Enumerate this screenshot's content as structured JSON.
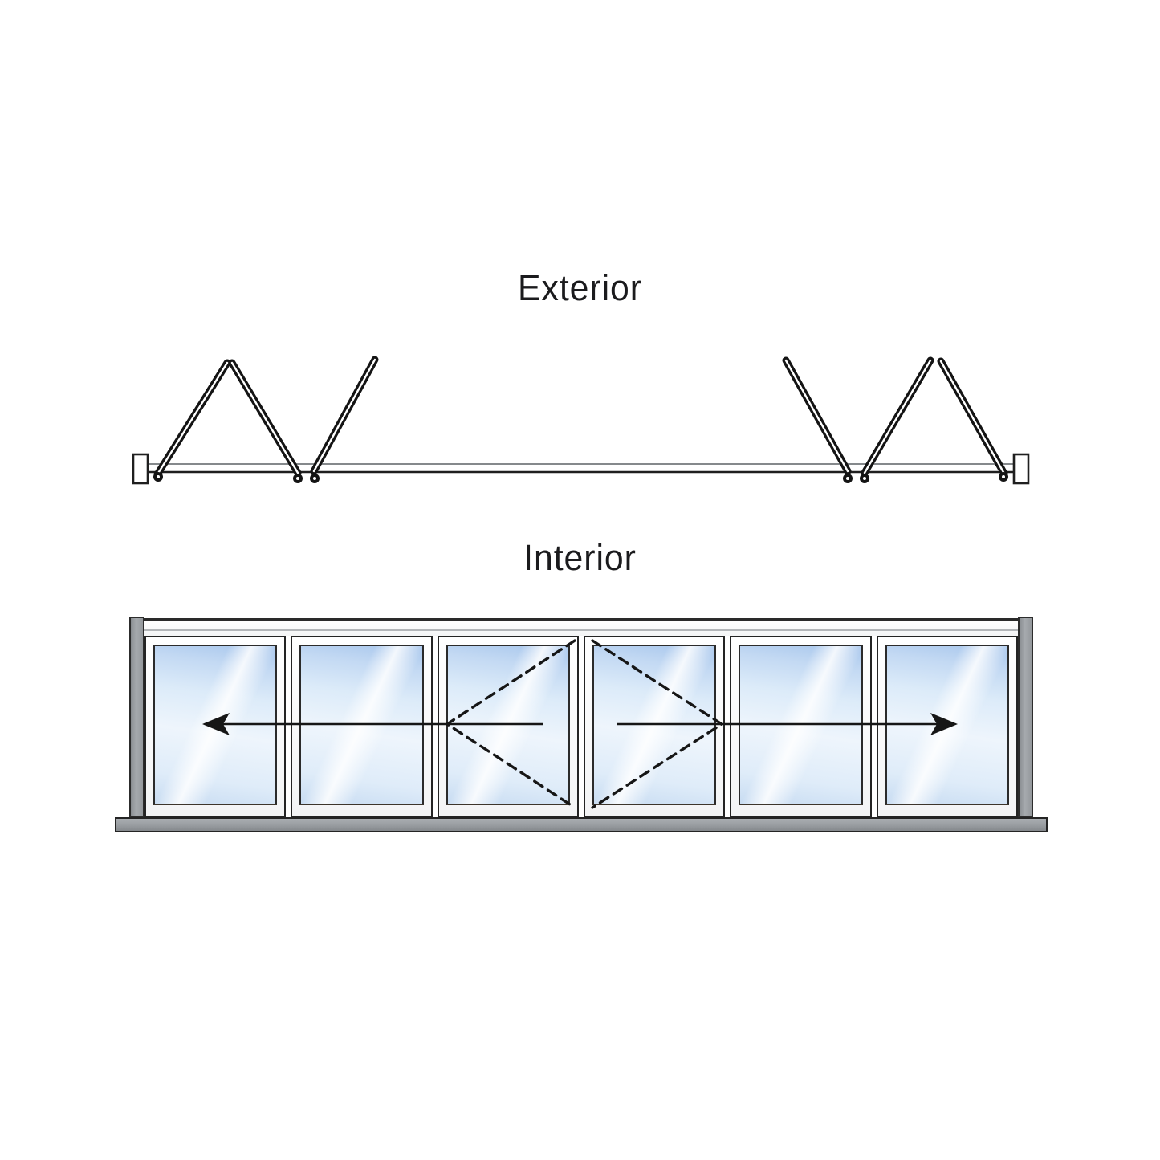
{
  "labels": {
    "exterior": "Exterior",
    "interior": "Interior"
  },
  "colors": {
    "line": "#1f1f1f",
    "frame_gray": "#9aa0a5",
    "glass_top": "#a7c6ec",
    "glass_pale": "#eef5fc"
  },
  "plan_view": {
    "kind": "top-view-folding-diagram",
    "panel_count": 6,
    "left_stack": {
      "panels": 3,
      "folds_toward": "left"
    },
    "right_stack": {
      "panels": 3,
      "folds_toward": "right"
    }
  },
  "elevation_view": {
    "kind": "interior-elevation",
    "panels": [
      {
        "id": 1,
        "role": "slide-left"
      },
      {
        "id": 2,
        "role": "slide-left"
      },
      {
        "id": 3,
        "role": "swing-door",
        "swing_vertex": "left"
      },
      {
        "id": 4,
        "role": "swing-door",
        "swing_vertex": "right"
      },
      {
        "id": 5,
        "role": "slide-right"
      },
      {
        "id": 6,
        "role": "slide-right"
      }
    ],
    "arrows": [
      {
        "direction": "left",
        "spans_panels": [
          3,
          2,
          1
        ]
      },
      {
        "direction": "right",
        "spans_panels": [
          4,
          5,
          6
        ]
      }
    ]
  }
}
